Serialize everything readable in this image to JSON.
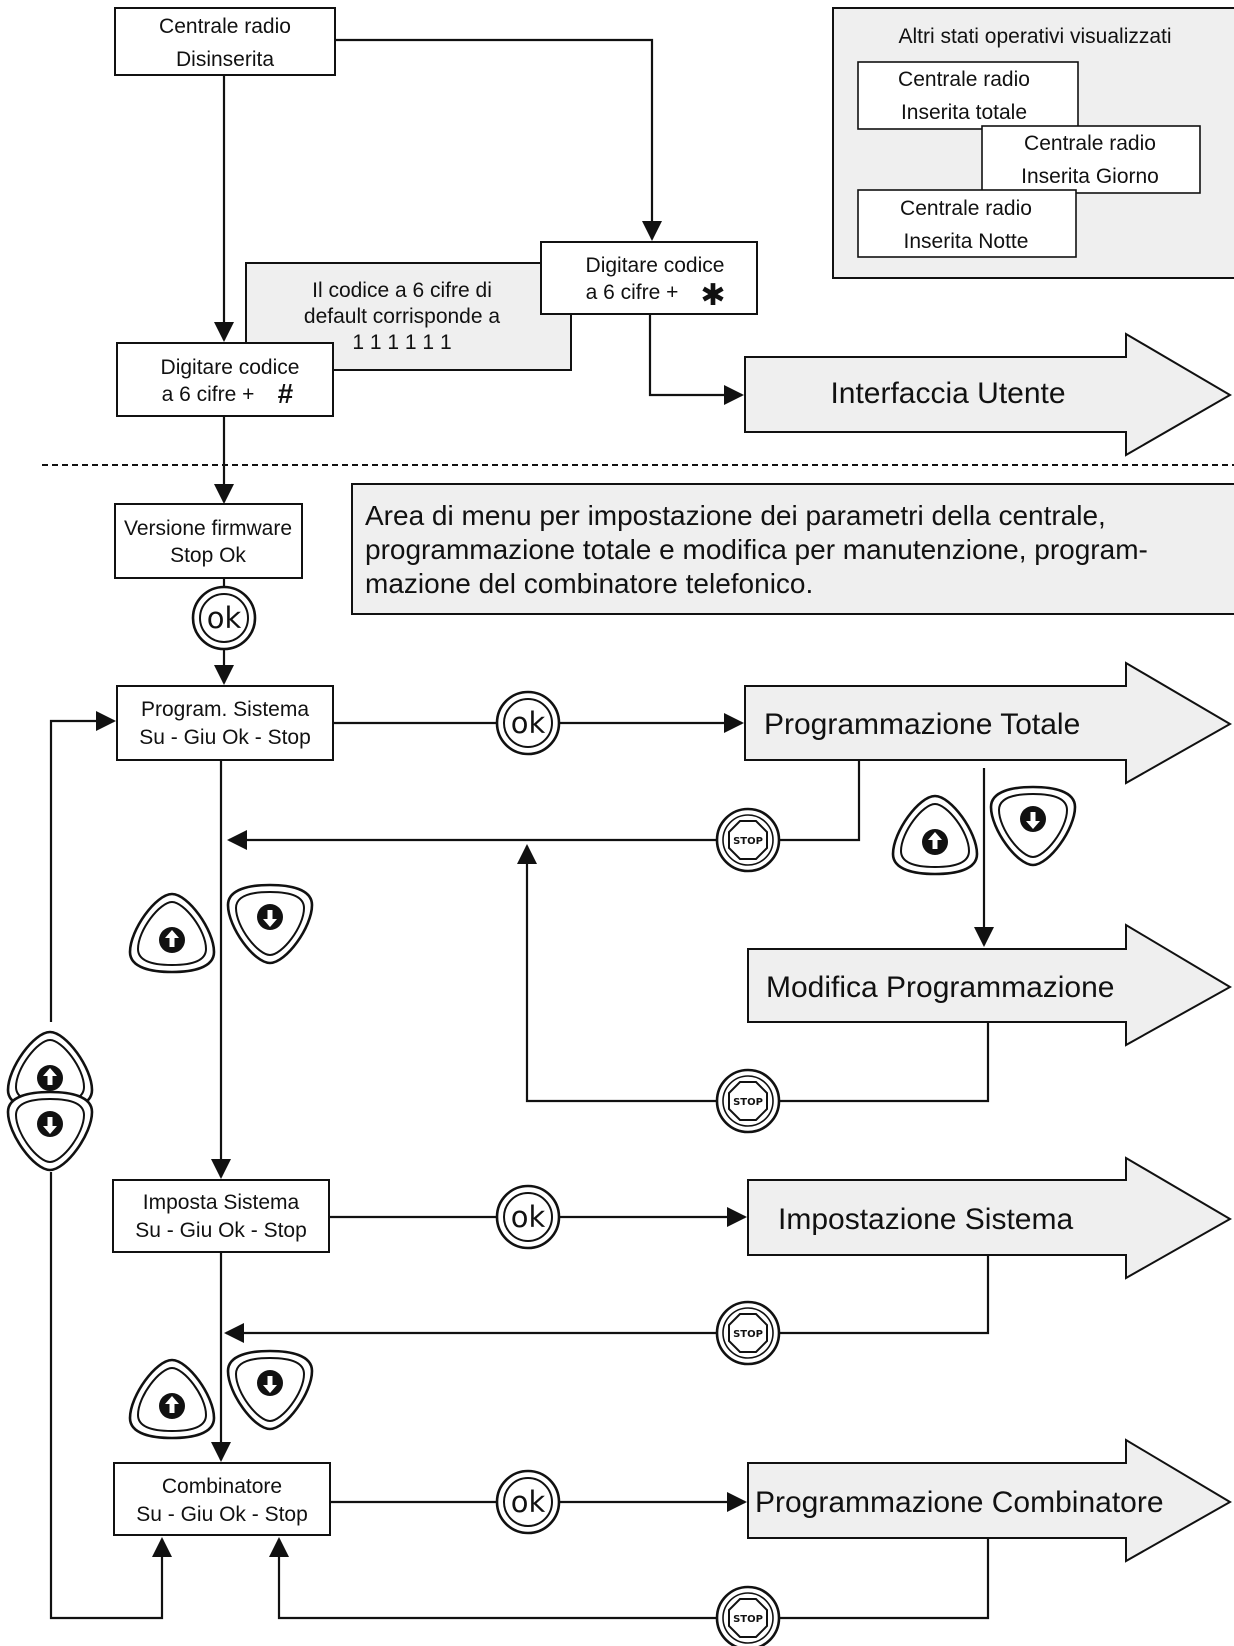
{
  "top": {
    "disinserita_box": {
      "line1": "Centrale radio",
      "line2": "Disinserita"
    },
    "other_states": {
      "title": "Altri stati operativi visualizzati",
      "totale": {
        "line1": "Centrale radio",
        "line2": "Inserita totale"
      },
      "giorno": {
        "line1": "Centrale radio",
        "line2": "Inserita Giorno"
      },
      "notte": {
        "line1": "Centrale radio",
        "line2": "Inserita Notte"
      }
    },
    "code_star_box": {
      "line1": "Digitare codice",
      "line2": "a 6 cifre  +",
      "symbol": "✱"
    },
    "default_note": {
      "line1": "Il codice a 6 cifre di",
      "line2": "default corrisponde a",
      "line3": "1 1 1 1 1 1"
    },
    "code_hash_box": {
      "line1": "Digitare codice",
      "line2": "a 6 cifre  +",
      "symbol": "#"
    },
    "interfaccia_arrow": "Interfaccia Utente"
  },
  "menu_area_note": {
    "line1": "Area di menu per impostazione dei parametri della centrale,",
    "line2": "programmazione totale e modifica per manutenzione, program-",
    "line3": "mazione del combinatore telefonico."
  },
  "firmware_box": {
    "line1": "Versione firmware",
    "line2": "Stop  Ok"
  },
  "menu_items": {
    "program_sistema": {
      "line1": "Program. Sistema",
      "line2": "Su - Giu  Ok - Stop"
    },
    "imposta_sistema": {
      "line1": "Imposta Sistema",
      "line2": "Su - Giu  Ok - Stop"
    },
    "combinatore": {
      "line1": "Combinatore",
      "line2": "Su - Giu  Ok - Stop"
    }
  },
  "big_arrows": {
    "programmazione_totale": "Programmazione Totale",
    "modifica_programmazione": "Modifica Programmazione",
    "impostazione_sistema": "Impostazione Sistema",
    "programmazione_combinatore": "Programmazione Combinatore"
  },
  "buttons": {
    "ok_label": "ok",
    "stop_label": "STOP"
  },
  "colors": {
    "box_fill": "#ffffff",
    "note_fill": "#efefef",
    "arrow_fill": "#efefef",
    "line": "#111111"
  }
}
